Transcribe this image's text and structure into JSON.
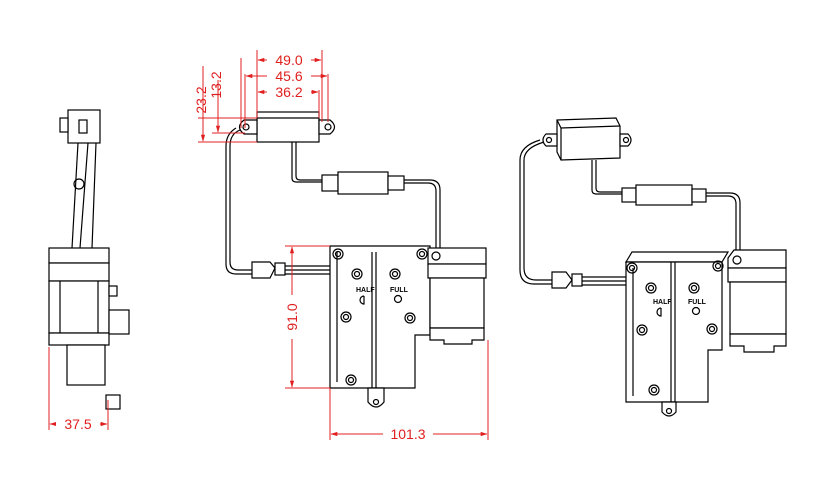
{
  "dimensions": {
    "d_49_0": "49.0",
    "d_45_6": "45.6",
    "d_36_2": "36.2",
    "d_23_2": "23.2",
    "d_13_2": "13.2",
    "d_91_0": "91.0",
    "d_101_3": "101.3",
    "d_37_5": "37.5"
  },
  "labels": {
    "half": "HALF",
    "full": "FULL"
  },
  "colors": {
    "dimension": "#e02020",
    "outline": "#000000"
  }
}
